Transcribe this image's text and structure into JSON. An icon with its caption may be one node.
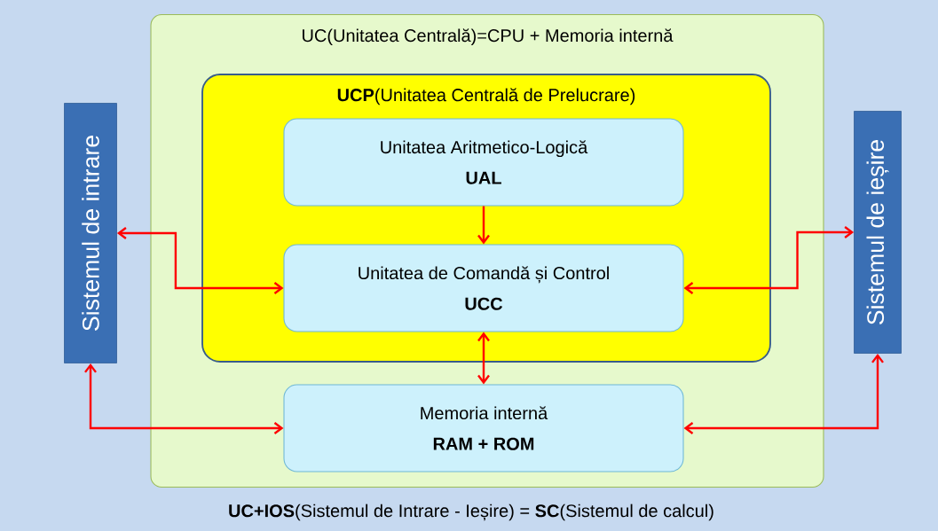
{
  "diagram": {
    "nodes": [
      {
        "text": [
          "Sistemul de intrare"
        ]
      },
      {
        "text": [
          "UC(Unitatea Centrală)=CPU + Memoria internă"
        ]
      },
      {
        "text": [
          "**UCP**(Unitatea Centrală de Prelucrare)"
        ],
        "in": 1
      },
      {
        "text": [
          "Unitatea Aritmetico-Logică",
          "UAL"
        ],
        "in": 2
      },
      {
        "text": [
          "Unitatea de Comandă și Control",
          "UCC"
        ],
        "in": 2
      },
      {
        "text": [
          "Memoria internă",
          "RAM + ROM"
        ],
        "in": 1
      },
      {
        "text": [
          "Sistemul de ieșire"
        ]
      }
    ],
    "edges": [
      {
        "from": 3,
        "to": 4,
        "arrow": "to"
      },
      {
        "from": 0,
        "to": 4,
        "arrow": "both"
      },
      {
        "from": 4,
        "to": 6,
        "arrow": "both"
      },
      {
        "from": 4,
        "to": 5,
        "arrow": "both"
      },
      {
        "from": 0,
        "to": 5,
        "arrow": "both"
      },
      {
        "from": 5,
        "to": 6,
        "arrow": "both"
      }
    ],
    "labels": [
      "**UC+IOS**(Sistemul de Intrare - Ieșire) = **SC**(Sistemul de calcul)"
    ]
  }
}
